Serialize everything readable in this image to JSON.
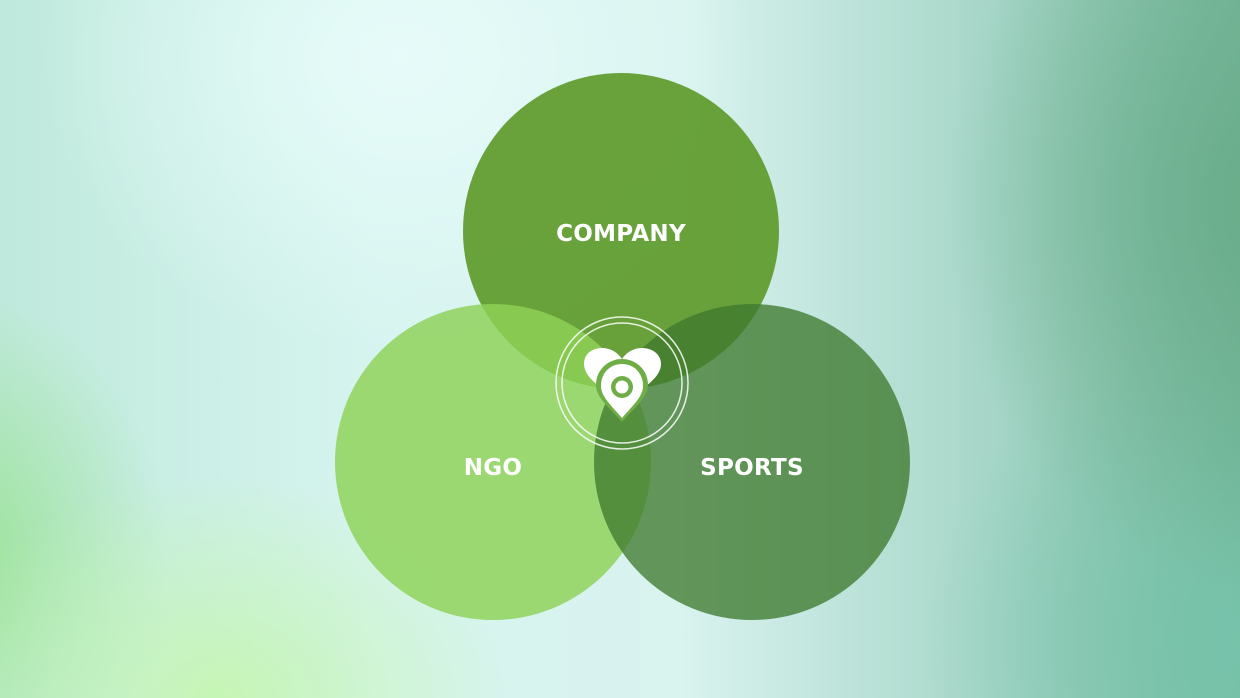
{
  "diagram": {
    "type": "venn",
    "sets": [
      {
        "id": "company",
        "label": "COMPANY",
        "color": "#5e9a2a"
      },
      {
        "id": "ngo",
        "label": "NGO",
        "color": "#8dd257"
      },
      {
        "id": "sports",
        "label": "SPORTS",
        "color": "#3f7a2e"
      }
    ],
    "center_icon": "heart-location-pin-icon",
    "text_color": "#ffffff"
  }
}
